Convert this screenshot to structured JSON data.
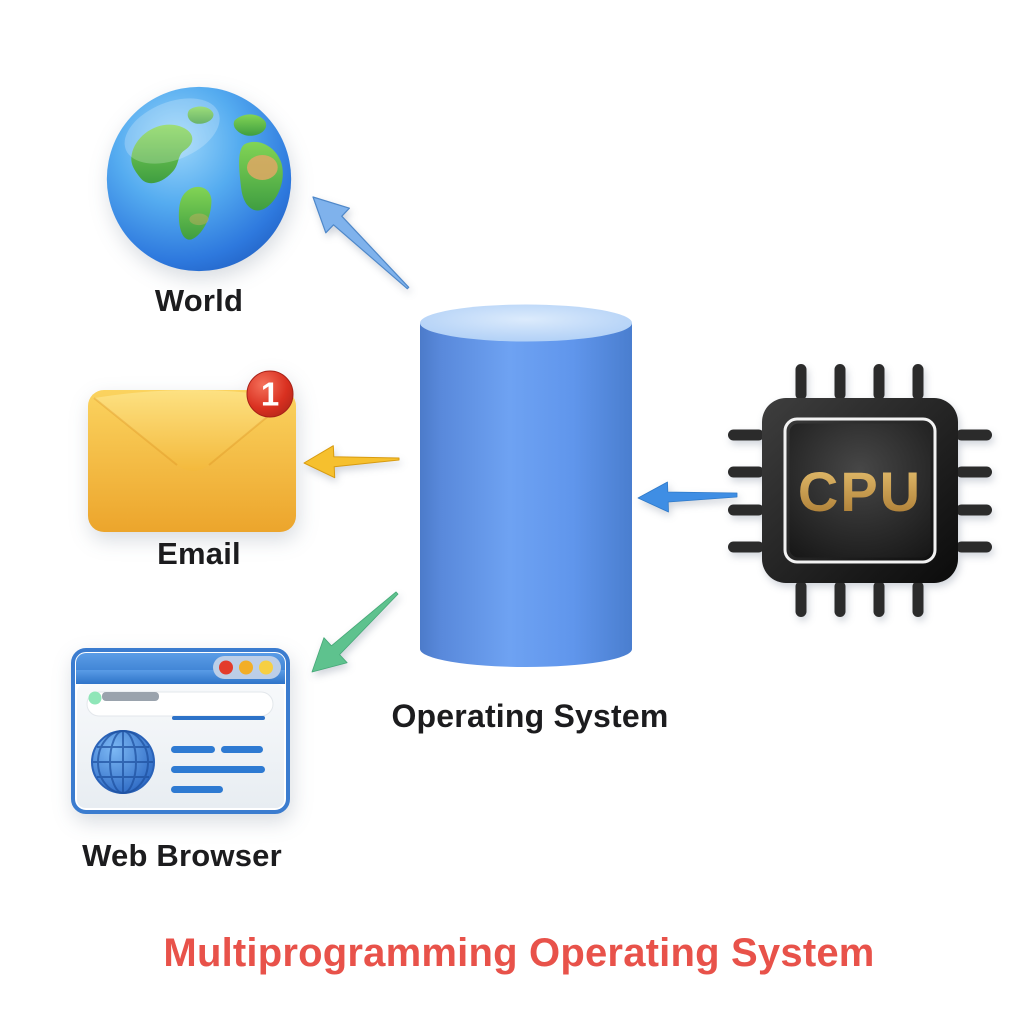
{
  "diagram_title": {
    "text": "Multiprogramming Operating System",
    "color": "#e8524a"
  },
  "nodes": {
    "world": {
      "label": "World",
      "icon": "earth-globe-icon"
    },
    "email": {
      "label": "Email",
      "icon": "envelope-icon",
      "badge_count": "1"
    },
    "web_browser": {
      "label": "Web Browser",
      "icon": "browser-window-icon"
    },
    "operating_system": {
      "label": "Operating System",
      "icon": "blue-cylinder-icon"
    },
    "cpu": {
      "label": "CPU",
      "icon": "processor-chip-icon"
    }
  },
  "arrows": {
    "os_to_world": {
      "color": "#7fb2ec",
      "from": "Operating System",
      "to": "World"
    },
    "os_to_email": {
      "color": "#f6c02e",
      "from": "Operating System",
      "to": "Email"
    },
    "os_to_browser": {
      "color": "#5ec28e",
      "from": "Operating System",
      "to": "Web Browser"
    },
    "cpu_to_os": {
      "color": "#3f8ee4",
      "from": "CPU",
      "to": "Operating System"
    }
  },
  "colors": {
    "label_text": "#1c1c1e",
    "cylinder_body": "#6ea2f2",
    "cylinder_top": "#bcd7f8",
    "envelope": "#f5bd41",
    "badge_red": "#d93020",
    "cpu_gold": "#c89440",
    "chip_black": "#1a1a1a",
    "browser_blue": "#3b7ccf"
  }
}
